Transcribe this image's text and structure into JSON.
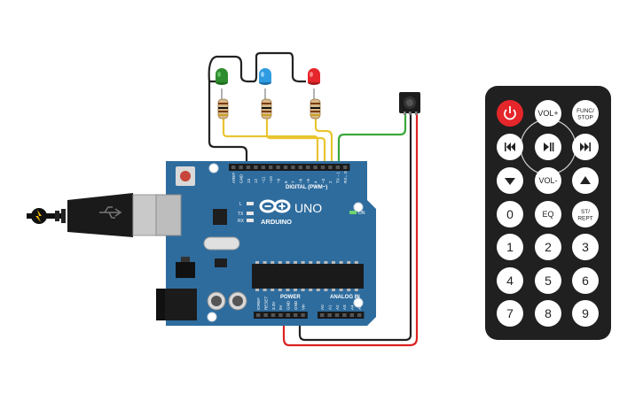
{
  "board": {
    "logo": "ARDUINO",
    "model": "UNO",
    "digital_label": "DIGITAL (PWM~)",
    "analog_label": "ANALOG IN",
    "power_label": "POWER",
    "on_label": "ON",
    "led_labels": [
      "L",
      "TX",
      "RX"
    ],
    "digital_pins": [
      "AREF",
      "GND",
      "13",
      "12",
      "~11",
      "~10",
      "~9",
      "8",
      "7",
      "~6",
      "~5",
      "4",
      "~3",
      "2",
      "TX→1",
      "RX←0"
    ],
    "power_pins": [
      "IOREF",
      "RESET",
      "3.3V",
      "5V",
      "GND",
      "GND",
      "Vin"
    ],
    "analog_pins": [
      "A0",
      "A1",
      "A2",
      "A3",
      "A4",
      "A5"
    ]
  },
  "leds": [
    {
      "color": "green",
      "hex": "#2e8b2e"
    },
    {
      "color": "blue",
      "hex": "#2f9be0"
    },
    {
      "color": "red",
      "hex": "#e5262a"
    }
  ],
  "wires": {
    "signal": "#e8c531",
    "ground": "#222222",
    "ir_signal": "#3aa83a",
    "power": "#dd2222"
  },
  "remote": {
    "buttons": [
      {
        "id": "power",
        "label": "",
        "icon": "power-icon"
      },
      {
        "id": "vol-up",
        "label": "VOL+"
      },
      {
        "id": "func-stop",
        "label": "FUNC/",
        "label2": "STOP"
      },
      {
        "id": "prev",
        "label": "",
        "icon": "rewind-icon"
      },
      {
        "id": "play-pause",
        "label": "",
        "icon": "play-pause-icon"
      },
      {
        "id": "next",
        "label": "",
        "icon": "fast-forward-icon"
      },
      {
        "id": "down",
        "label": "",
        "icon": "down-arrow-icon"
      },
      {
        "id": "vol-down",
        "label": "VOL-"
      },
      {
        "id": "up",
        "label": "",
        "icon": "up-arrow-icon"
      },
      {
        "id": "0",
        "label": "0"
      },
      {
        "id": "eq",
        "label": "EQ"
      },
      {
        "id": "st-rept",
        "label": "ST/",
        "label2": "REPT"
      },
      {
        "id": "1",
        "label": "1"
      },
      {
        "id": "2",
        "label": "2"
      },
      {
        "id": "3",
        "label": "3"
      },
      {
        "id": "4",
        "label": "4"
      },
      {
        "id": "5",
        "label": "5"
      },
      {
        "id": "6",
        "label": "6"
      },
      {
        "id": "7",
        "label": "7"
      },
      {
        "id": "8",
        "label": "8"
      },
      {
        "id": "9",
        "label": "9"
      }
    ]
  }
}
